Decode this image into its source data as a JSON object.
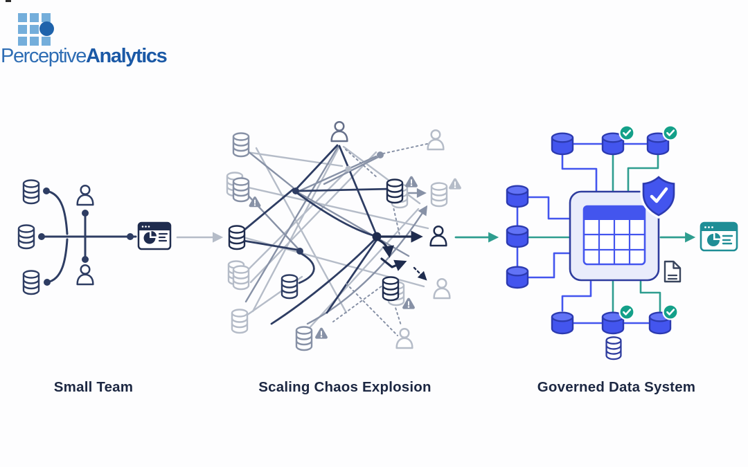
{
  "logo": {
    "name_regular": "Perceptive",
    "name_bold": "Analytics"
  },
  "stages": [
    {
      "id": "small-team",
      "label": "Small Team",
      "icons": [
        "database-icon",
        "user-icon",
        "dashboard-icon"
      ]
    },
    {
      "id": "scaling-chaos",
      "label": "Scaling Chaos Explosion",
      "icons": [
        "database-icon",
        "user-icon",
        "warning-icon"
      ]
    },
    {
      "id": "governed-data-system",
      "label": "Governed Data System",
      "icons": [
        "database-icon",
        "table-icon",
        "shield-check-icon",
        "check-badge-icon",
        "document-icon",
        "dashboard-icon"
      ]
    }
  ],
  "colors": {
    "navy": "#2e3d63",
    "dnavy": "#1f2c4e",
    "mgray": "#8791a6",
    "lgray": "#b5bcc8",
    "dgray": "#66708a",
    "blue": "#4355ee",
    "blue_light": "#6273f6",
    "blue_dark": "#2c3ab0",
    "lavender": "#e9ecfb",
    "teal": "#2e9d8f",
    "teal_dark": "#1f8e96",
    "green": "#14a089",
    "logo_square": "#74aedb",
    "logo_circle": "#1f63ab",
    "logo_text_regular": "#2e6db4",
    "logo_text_bold": "#1b59a6",
    "label_text": "#1c2742",
    "background": "#fdfdfe"
  }
}
